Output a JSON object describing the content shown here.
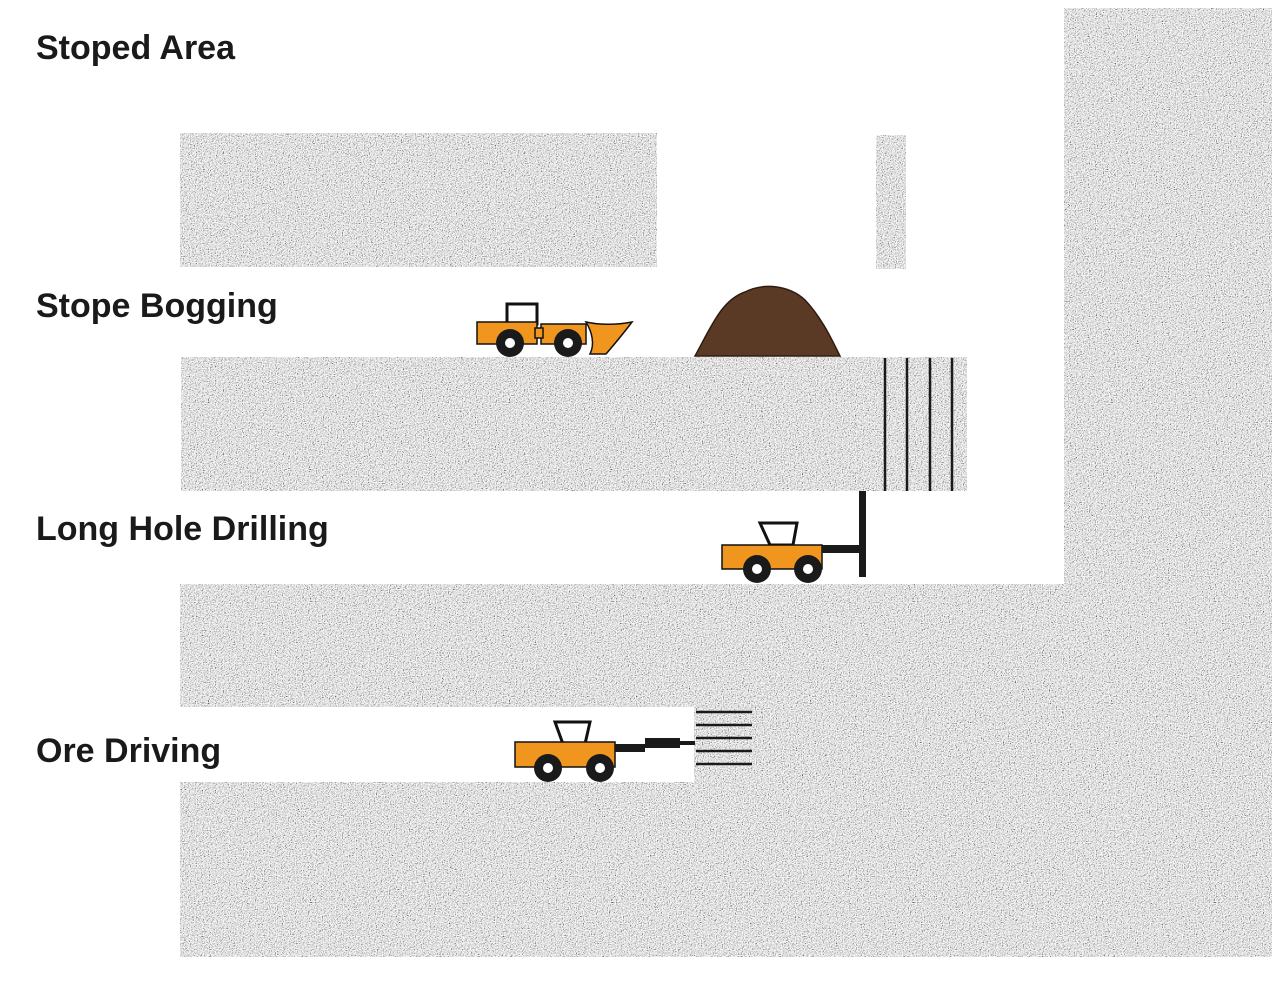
{
  "labels": {
    "stoped_area": "Stoped Area",
    "stope_bogging": "Stope Bogging",
    "long_hole_drilling": "Long Hole Drilling",
    "ore_driving": "Ore Driving"
  },
  "colors": {
    "rock_base": "#a6a6a6",
    "rock_dark": "#3a3a3a",
    "rock_light": "#ededed",
    "outline": "#222222",
    "machine_orange": "#f0961e",
    "wheel": "#1a1a1a",
    "ore_pile": "#5a3a24"
  },
  "icons": {
    "loader": "lhd-loader-icon",
    "longhole_rig": "longhole-drill-rig-icon",
    "jumbo": "development-jumbo-icon"
  }
}
